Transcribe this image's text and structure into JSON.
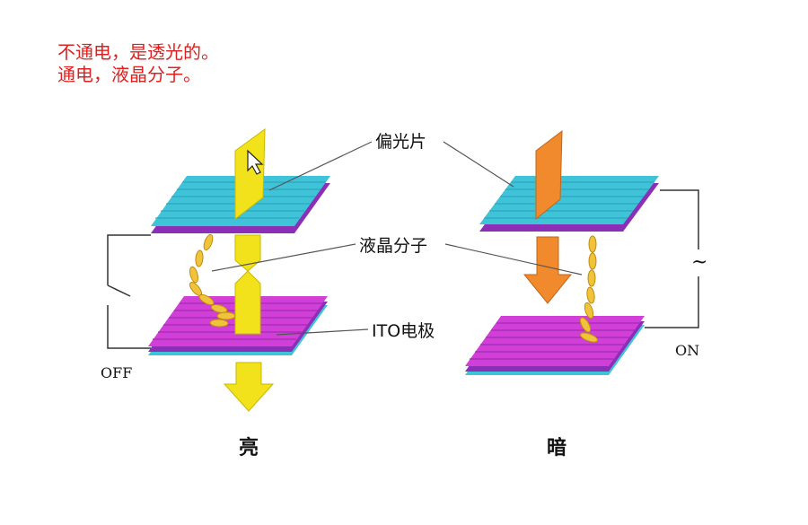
{
  "notes": {
    "line1": "不通电，是透光的。",
    "line2": "通电，液晶分子。"
  },
  "diagram": {
    "polarizer_label": "偏光片",
    "liquid_crystal_label": "液晶分子",
    "ito_label": "ITO电极",
    "off_label": "OFF",
    "on_label": "ON",
    "ac_symbol": "~",
    "bright_label": "亮",
    "dark_label": "暗"
  },
  "colors": {
    "note_text": "#e02020",
    "polarizer_cyan": "#3ec3d9",
    "electrode_magenta": "#d13fd8",
    "light_yellow": "#f2e21c",
    "light_orange": "#f08a2c",
    "molecule": "#f0c43a"
  }
}
